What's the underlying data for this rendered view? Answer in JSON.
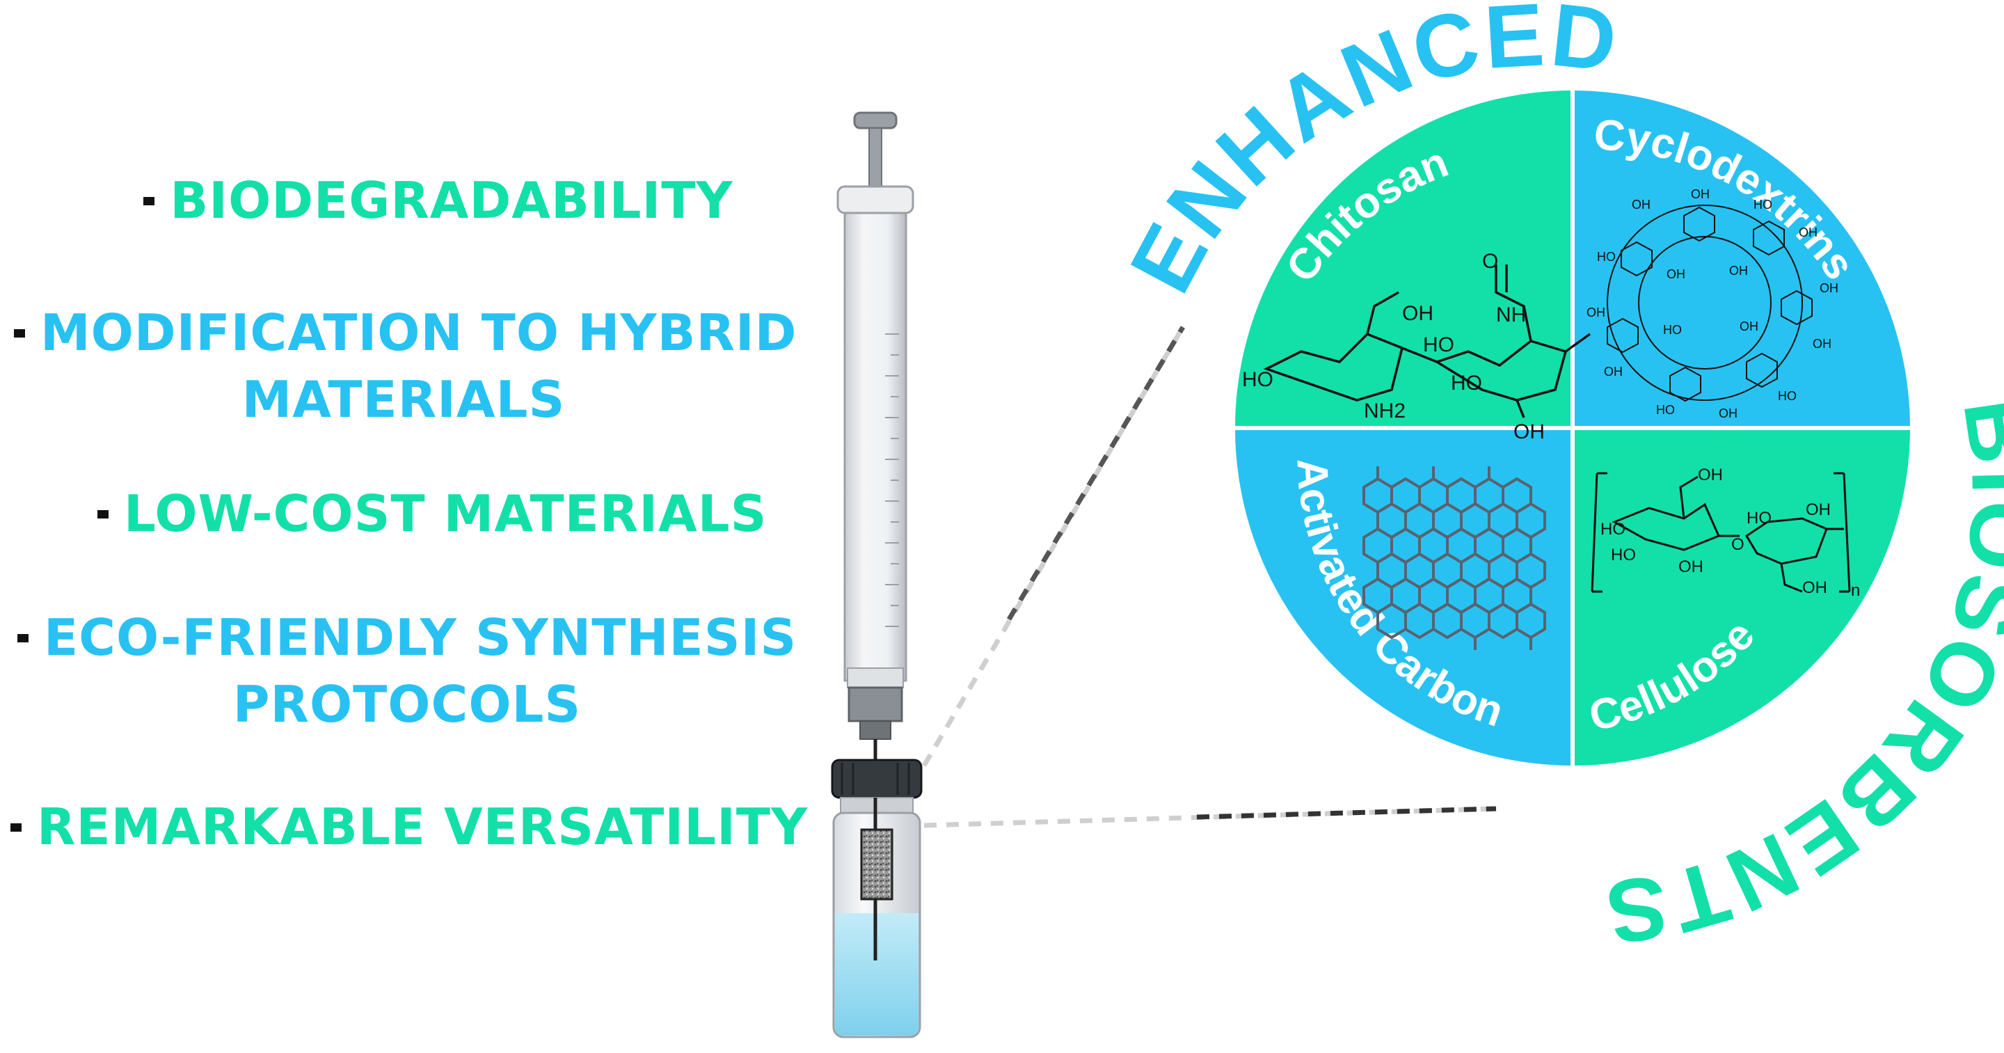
{
  "colors": {
    "green": "#12e0a8",
    "blue": "#28c2f2",
    "dark": "#111111",
    "liquid": "#a8dff2",
    "structure": "#222222",
    "graphene": "#5a6270"
  },
  "features": [
    {
      "text": "BIODEGRADABILITY",
      "color": "green"
    },
    {
      "text": "MODIFICATION TO HYBRID",
      "text2": "MATERIALS",
      "color": "blue"
    },
    {
      "text": "LOW-COST MATERIALS",
      "color": "green"
    },
    {
      "text": "ECO-FRIENDLY SYNTHESIS",
      "text2": "PROTOCOLS",
      "color": "blue"
    },
    {
      "text": "REMARKABLE VERSATILITY",
      "color": "green"
    }
  ],
  "arc_titles": {
    "top": "ENHANCED",
    "right": "BIOSORBENTS"
  },
  "quadrants": {
    "top_left": "Chitosan",
    "top_right": "Cyclodextrins",
    "bottom_left": "Activated Carbon",
    "bottom_right": "Cellulose"
  },
  "chitosan_labels": [
    "OH",
    "HO",
    "NH",
    "HO",
    "OH",
    "HO",
    "NH2",
    "O"
  ],
  "cellulose_labels": [
    "OH",
    "HO",
    "HO",
    "OH",
    "O",
    "HO",
    "OH",
    "OH",
    "n"
  ],
  "cyclodextrin_labels": [
    "OH",
    "OH",
    "HO",
    "OH",
    "OH",
    "OH",
    "HO",
    "OH",
    "HO",
    "OH",
    "OH",
    "HO",
    "OH",
    "OH",
    "OH",
    "HO"
  ]
}
